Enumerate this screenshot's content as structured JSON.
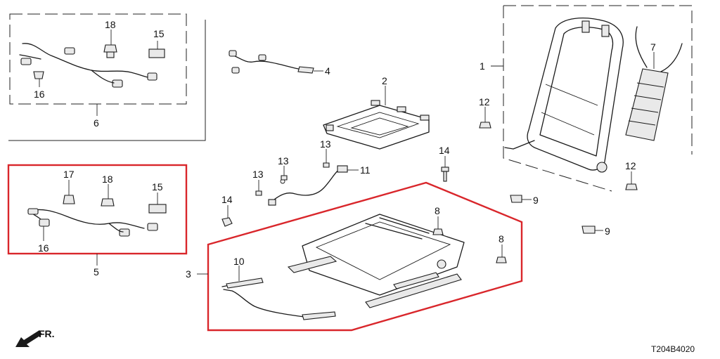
{
  "diagram": {
    "code": "T204B4020",
    "direction_label": "FR.",
    "highlight_color": "#d9262b",
    "callouts": [
      {
        "id": "c1",
        "text": "1"
      },
      {
        "id": "c2",
        "text": "2"
      },
      {
        "id": "c3",
        "text": "3"
      },
      {
        "id": "c4",
        "text": "4"
      },
      {
        "id": "c5",
        "text": "5"
      },
      {
        "id": "c6",
        "text": "6"
      },
      {
        "id": "c7",
        "text": "7"
      },
      {
        "id": "c8a",
        "text": "8"
      },
      {
        "id": "c8b",
        "text": "8"
      },
      {
        "id": "c9a",
        "text": "9"
      },
      {
        "id": "c9b",
        "text": "9"
      },
      {
        "id": "c10",
        "text": "10"
      },
      {
        "id": "c11",
        "text": "11"
      },
      {
        "id": "c12a",
        "text": "12"
      },
      {
        "id": "c12b",
        "text": "12"
      },
      {
        "id": "c13a",
        "text": "13"
      },
      {
        "id": "c13b",
        "text": "13"
      },
      {
        "id": "c13c",
        "text": "13"
      },
      {
        "id": "c14a",
        "text": "14"
      },
      {
        "id": "c14b",
        "text": "14"
      },
      {
        "id": "c15a",
        "text": "15"
      },
      {
        "id": "c15b",
        "text": "15"
      },
      {
        "id": "c16a",
        "text": "16"
      },
      {
        "id": "c16b",
        "text": "16"
      },
      {
        "id": "c17",
        "text": "17"
      },
      {
        "id": "c18a",
        "text": "18"
      },
      {
        "id": "c18b",
        "text": "18"
      }
    ]
  }
}
